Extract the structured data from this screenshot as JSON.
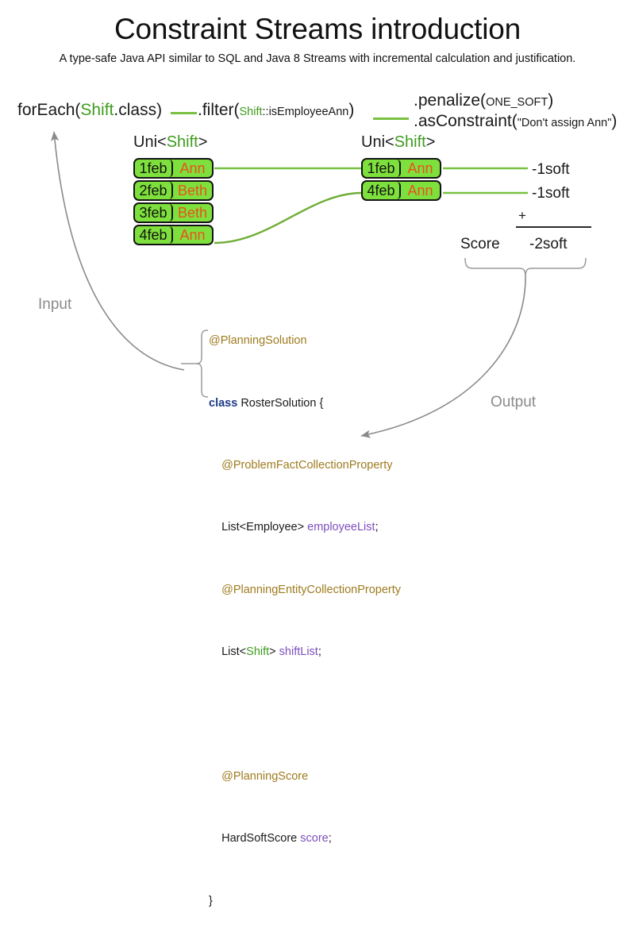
{
  "header": {
    "title": "Constraint Streams introduction",
    "subtitle": "A type-safe Java API similar to SQL and Java 8 Streams with incremental calculation and justification."
  },
  "pipeline": {
    "foreach": {
      "call": "forEach(",
      "type": "Shift",
      "tail": ".class)"
    },
    "filter": {
      "call": ".filter(",
      "arg_type": "Shift",
      "arg_rest": "::isEmployeeAnn",
      "tail": ")"
    },
    "penalize": {
      "call": ".penalize(",
      "arg": "ONE_SOFT",
      "tail": ")"
    },
    "as_constraint": {
      "call": ".asConstraint(",
      "arg": "\"Don't assign Ann\"",
      "tail": ")"
    }
  },
  "streams": {
    "left": {
      "label_prefix": "Uni<",
      "label_type": "Shift",
      "label_suffix": ">",
      "rows": [
        {
          "date": "1feb",
          "employee": "Ann"
        },
        {
          "date": "2feb",
          "employee": "Beth"
        },
        {
          "date": "3feb",
          "employee": "Beth"
        },
        {
          "date": "4feb",
          "employee": "Ann"
        }
      ]
    },
    "right": {
      "label_prefix": "Uni<",
      "label_type": "Shift",
      "label_suffix": ">",
      "rows": [
        {
          "date": "1feb",
          "employee": "Ann",
          "penalty": "-1soft"
        },
        {
          "date": "4feb",
          "employee": "Ann",
          "penalty": "-1soft"
        }
      ]
    }
  },
  "score": {
    "label": "Score",
    "operator": "+",
    "total": "-2soft"
  },
  "annotations": {
    "input": "Input",
    "output": "Output"
  },
  "code": {
    "line_1": {
      "annotation": "@PlanningSolution"
    },
    "line_2": {
      "keyword": "class",
      "rest": " RosterSolution {"
    },
    "line_3": {
      "annotation": "    @ProblemFactCollectionProperty"
    },
    "line_4": {
      "pre": "    List<Employee> ",
      "field": "employeeList",
      "post": ";"
    },
    "line_5": {
      "annotation": "    @PlanningEntityCollectionProperty"
    },
    "line_6": {
      "pre": "    List<",
      "type": "Shift",
      "mid": "> ",
      "field": "shiftList",
      "post": ";"
    },
    "line_7": {
      "annotation": "    @PlanningScore"
    },
    "line_8": {
      "pre": "    HardSoftScore ",
      "field": "score",
      "post": ";"
    },
    "line_9": {
      "text": "}"
    }
  },
  "colors": {
    "tuple_fill": "#7ee03c",
    "tuple_border": "#141414",
    "employee_text": "#e8521e",
    "type_green": "#3f9c1f",
    "connector_green": "#7ac143",
    "annotation_gold": "#9e7b1e",
    "keyword_blue": "#1f3c88",
    "field_purple": "#7d4fbd",
    "gray_label": "#8a8a8a"
  }
}
